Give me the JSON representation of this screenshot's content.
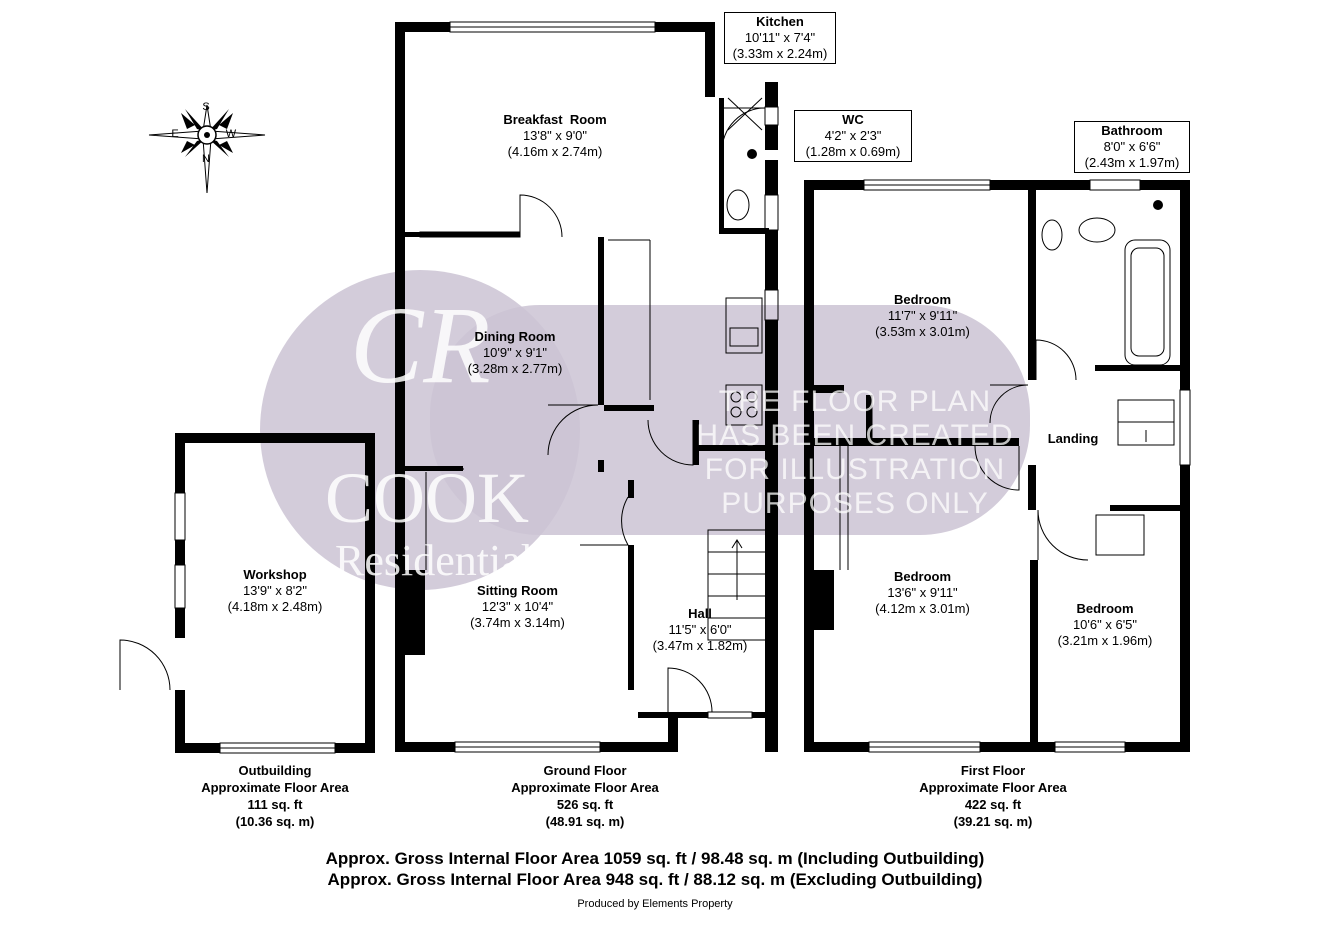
{
  "rooms": {
    "breakfast": {
      "name": "Breakfast  Room",
      "imperial": "13'8\" x 9'0\"",
      "metric": "(4.16m x 2.74m)"
    },
    "kitchen": {
      "name": "Kitchen",
      "imperial": "10'11\" x 7'4\"",
      "metric": "(3.33m x 2.24m)"
    },
    "wc": {
      "name": "WC",
      "imperial": "4'2\" x 2'3\"",
      "metric": "(1.28m x 0.69m)"
    },
    "dining": {
      "name": "Dining Room",
      "imperial": "10'9\" x 9'1\"",
      "metric": "(3.28m x 2.77m)"
    },
    "sitting": {
      "name": "Sitting Room",
      "imperial": "12'3\" x 10'4\"",
      "metric": "(3.74m x 3.14m)"
    },
    "hall": {
      "name": "Hall",
      "imperial": "11'5\" x 6'0\"",
      "metric": "(3.47m x 1.82m)"
    },
    "workshop": {
      "name": "Workshop",
      "imperial": "13'9\" x 8'2\"",
      "metric": "(4.18m x 2.48m)"
    },
    "bathroom": {
      "name": "Bathroom",
      "imperial": "8'0\" x 6'6\"",
      "metric": "(2.43m x 1.97m)"
    },
    "bedroom1": {
      "name": "Bedroom",
      "imperial": "11'7\" x 9'11\"",
      "metric": "(3.53m x 3.01m)"
    },
    "landing": {
      "name": "Landing"
    },
    "bedroom2": {
      "name": "Bedroom",
      "imperial": "13'6\" x 9'11\"",
      "metric": "(4.12m x 3.01m)"
    },
    "bedroom3": {
      "name": "Bedroom",
      "imperial": "10'6\" x 6'5\"",
      "metric": "(3.21m x 1.96m)"
    }
  },
  "floors": {
    "outbuilding": {
      "line1": "Outbuilding",
      "line2": "Approximate Floor Area",
      "sqft": "111 sq. ft",
      "sqm": "(10.36 sq. m)"
    },
    "ground": {
      "line1": "Ground Floor",
      "line2": "Approximate Floor Area",
      "sqft": "526 sq. ft",
      "sqm": "(48.91 sq. m)"
    },
    "first": {
      "line1": "First Floor",
      "line2": "Approximate Floor Area",
      "sqft": "422 sq. ft",
      "sqm": "(39.21 sq. m)"
    }
  },
  "totals": {
    "including": "Approx. Gross Internal Floor Area 1059 sq. ft / 98.48 sq. m (Including Outbuilding)",
    "excluding": "Approx. Gross Internal Floor Area 948 sq. ft / 88.12 sq. m (Excluding Outbuilding)"
  },
  "producer": "Produced by Elements Property",
  "compass": {
    "n": "N",
    "s": "S",
    "e": "E",
    "w": "W"
  },
  "watermark": {
    "monogram": "CR",
    "brand": "COOK",
    "sub": "Residential",
    "note_lines": [
      "THE FLOOR PLAN",
      "HAS BEEN CREATED",
      "FOR ILLUSTRATION",
      "PURPOSES ONLY"
    ],
    "color": "#cbc3d4"
  },
  "colors": {
    "wall": "#000000",
    "background": "#ffffff"
  }
}
